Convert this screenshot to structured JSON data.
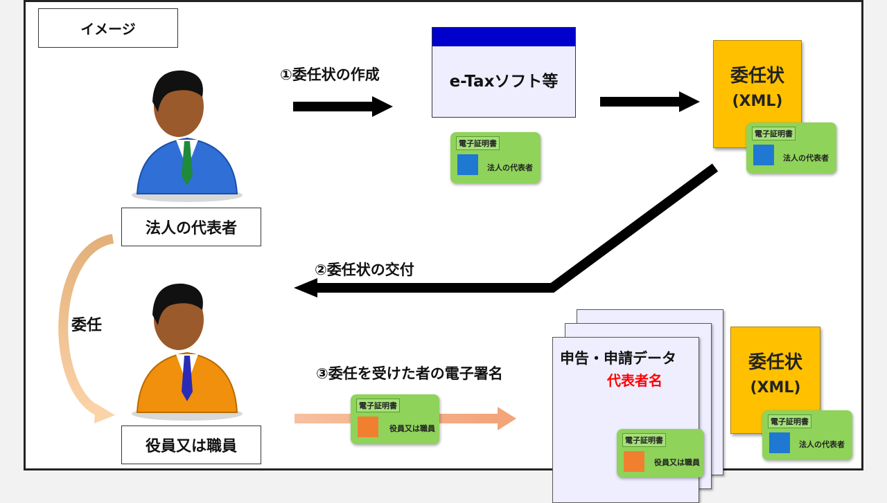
{
  "header": {
    "title": "イメージ"
  },
  "persons": {
    "representative": {
      "label": "法人の代表者",
      "suit_color": "#2f6fd6"
    },
    "staff": {
      "label": "役員又は職員",
      "suit_color": "#f0900c"
    }
  },
  "delegation": {
    "label": "委任"
  },
  "steps": {
    "step1": "①委任状の作成",
    "step2": "②委任状の交付",
    "step3": "③委任を受けた者の電子署名"
  },
  "software": {
    "label": "e-Taxソフト等",
    "bar_color": "#0000cc"
  },
  "certificates": {
    "title": "電子証明書",
    "representative_name": "法人の代表者",
    "staff_name": "役員又は職員"
  },
  "xml_doc": {
    "title": "委任状",
    "subtitle": "(XML)",
    "color": "#ffc000"
  },
  "application": {
    "title": "申告・申請データ",
    "signer": "代表者名"
  },
  "colors": {
    "cert_green": "#8fd35b",
    "rep_square": "#1f78d1",
    "staff_square": "#f08030",
    "red_text": "#ff0000"
  }
}
